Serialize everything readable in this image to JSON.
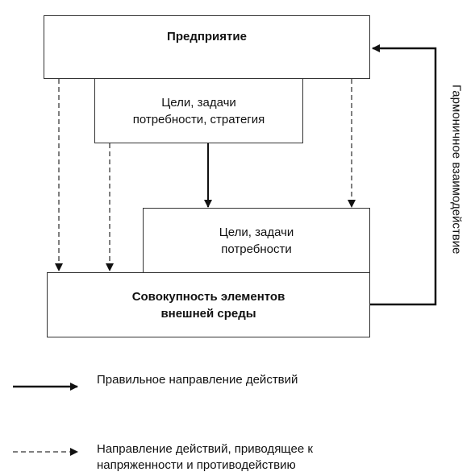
{
  "boxes": {
    "enterprise": "Предприятие",
    "goals_strategy": "Цели, задачи\nпотребности, стратегия",
    "goals_needs": "Цели, задачи\nпотребности",
    "environment": "Совокупность элементов\nвнешней среды"
  },
  "side_label": "Гармоничное взаимодействие",
  "legend": {
    "solid": "Правильное направление действий",
    "dashed": "Направление действий, приводящее к\nнапряженности и противодействию"
  }
}
